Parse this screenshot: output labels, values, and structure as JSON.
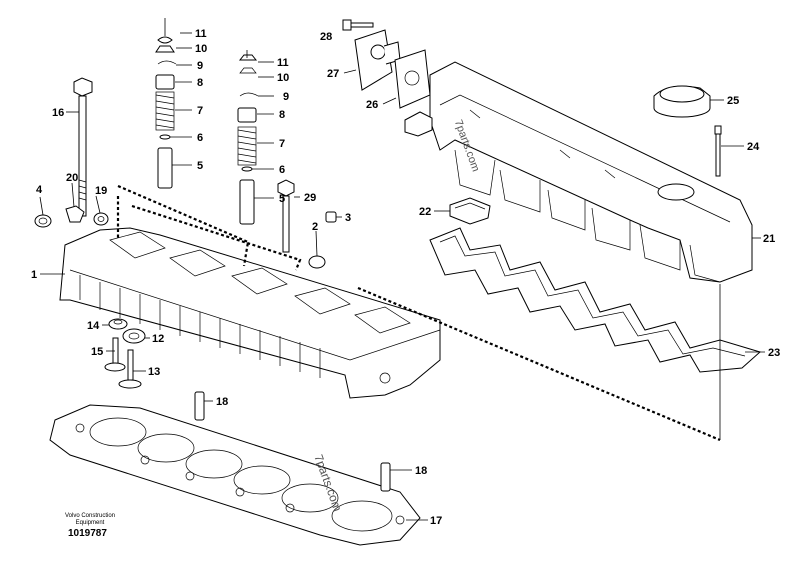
{
  "callouts": [
    "1",
    "2",
    "3",
    "4",
    "5",
    "6",
    "7",
    "8",
    "9",
    "10",
    "11",
    "12",
    "13",
    "14",
    "15",
    "16",
    "17",
    "18",
    "19",
    "20",
    "21",
    "22",
    "23",
    "24",
    "25",
    "26",
    "27",
    "28",
    "29"
  ],
  "credit": {
    "line1": "Volvo Construction",
    "line2": "Equipment",
    "part_number": "1019787"
  },
  "watermark": "7parts.com"
}
